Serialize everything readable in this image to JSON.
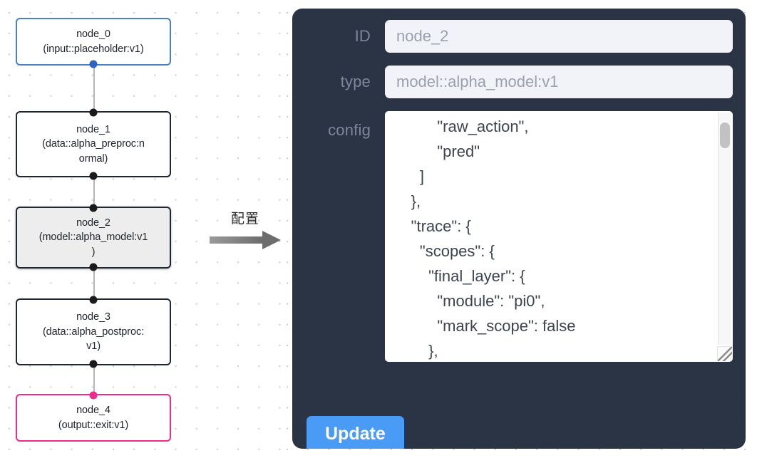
{
  "canvas": {
    "nodes": [
      {
        "id": "node_0",
        "type_line": "(input::placeholder:v1)",
        "role": "input",
        "selected": false
      },
      {
        "id": "node_1",
        "type_line": "(data::alpha_preproc:n",
        "type_line2": "ormal)",
        "role": "default",
        "selected": false
      },
      {
        "id": "node_2",
        "type_line": "(model::alpha_model:v1",
        "type_line2": ")",
        "role": "default",
        "selected": true
      },
      {
        "id": "node_3",
        "type_line": "(data::alpha_postproc:",
        "type_line2": "v1)",
        "role": "default",
        "selected": false
      },
      {
        "id": "node_4",
        "type_line": "(output::exit:v1)",
        "role": "output",
        "selected": false
      }
    ]
  },
  "transition": {
    "label": "配置",
    "arrow_icon": "arrow-right-icon"
  },
  "panel": {
    "fields": [
      {
        "label": "ID",
        "value": "node_2"
      },
      {
        "label": "type",
        "value": "model::alpha_model:v1"
      },
      {
        "label": "config",
        "value": "            \"raw_action\",\n            \"pred\"\n        ]\n      },\n      \"trace\": {\n        \"scopes\": {\n          \"final_layer\": {\n            \"module\": \"pi0\",\n            \"mark_scope\": false\n          },\n          \"action_model\": {"
      }
    ],
    "update_label": "Update"
  },
  "colors": {
    "panel_bg": "#2b3445",
    "input_bg": "#f1f3f8",
    "label_text": "#7e8799",
    "value_text": "#9aa0ad",
    "accent_button": "#4a9bf5",
    "node_border": "#1f2733",
    "node_input_border": "#4a7ec9",
    "node_output_border": "#ec2b8d",
    "node_selected_bg": "#ededed",
    "edge": "#b6b6b6"
  }
}
